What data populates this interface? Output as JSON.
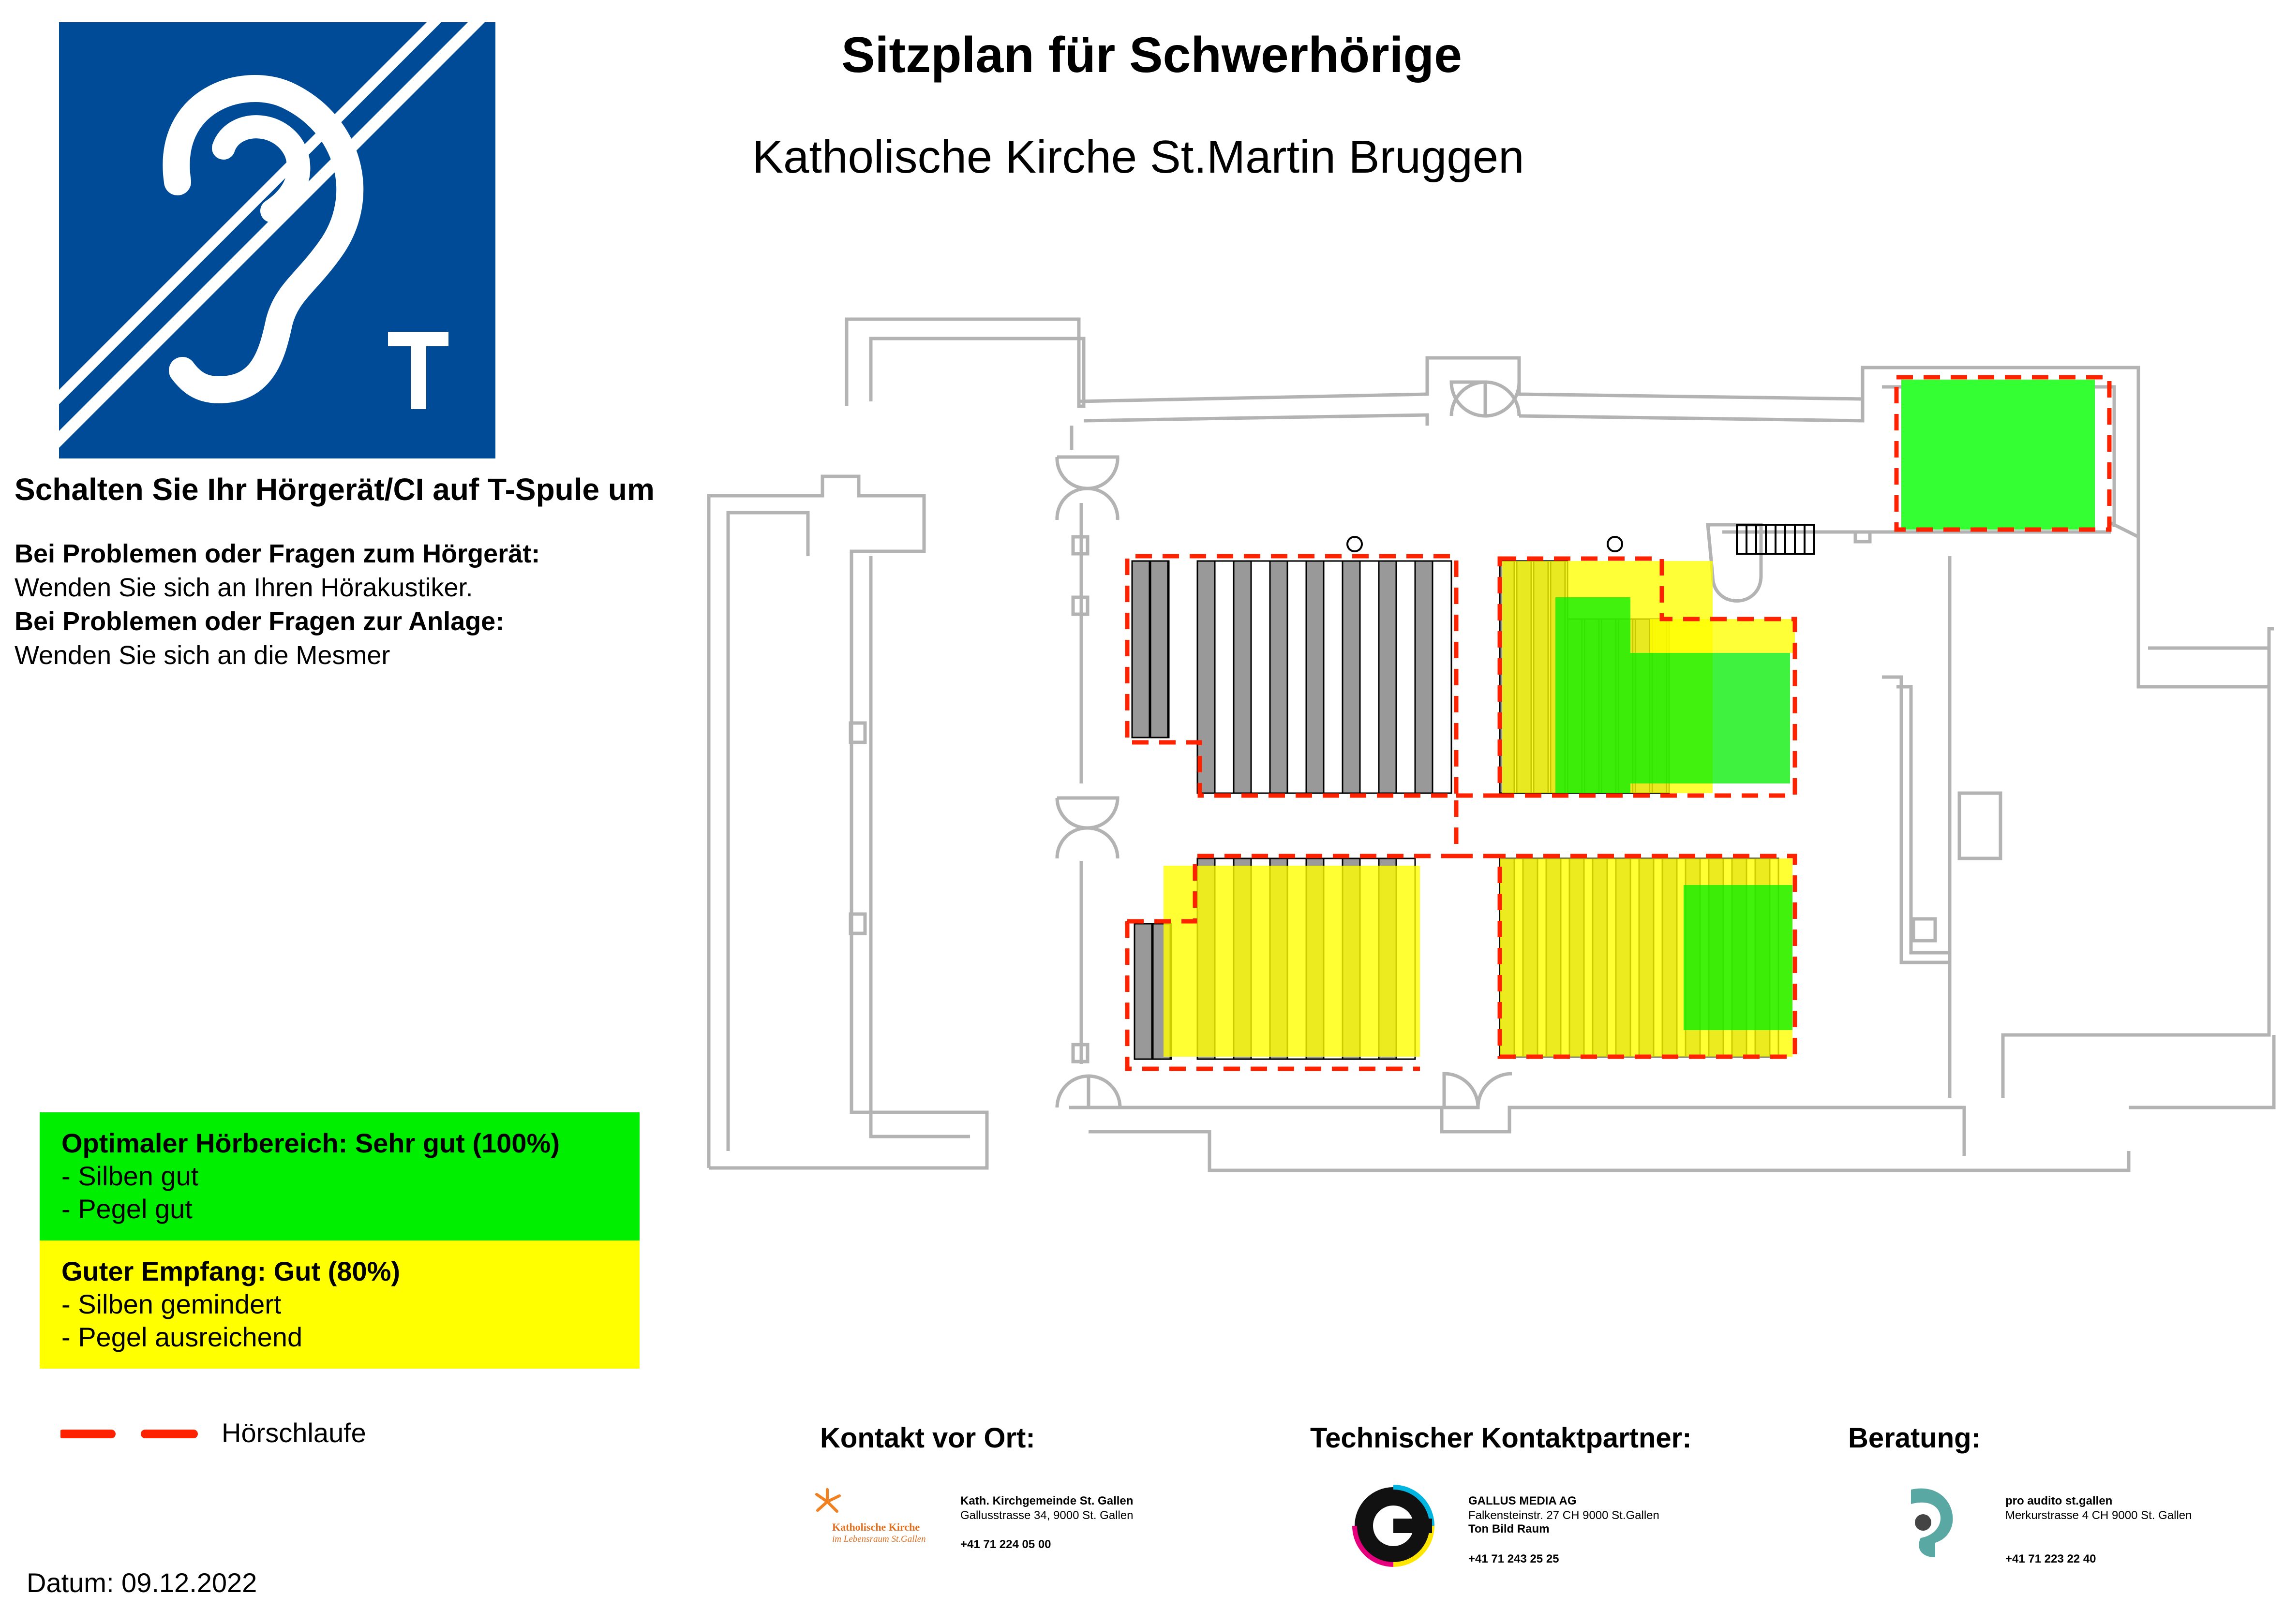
{
  "title": "Sitzplan für Schwerhörige",
  "subtitle": "Katholische Kirche St.Martin Bruggen",
  "logo": {
    "icon": "hearing-loop-t-icon",
    "letter": "T",
    "color": "#004b97"
  },
  "instruction": "Schalten Sie Ihr Hörgerät/CI auf T-Spule um",
  "help": [
    {
      "heading": "Bei Problemen oder Fragen zum Hörgerät:",
      "text": "Wenden Sie sich an Ihren Hörakustiker."
    },
    {
      "heading": "Bei Problemen oder Fragen zur Anlage:",
      "text": "Wenden Sie sich an die Mesmer"
    }
  ],
  "legend": [
    {
      "heading": "Optimaler Hörbereich: Sehr gut (100%)",
      "line1": "- Silben gut",
      "line2": "- Pegel gut",
      "color": "#00ee00"
    },
    {
      "heading": "Guter Empfang: Gut (80%)",
      "line1": "- Silben gemindert",
      "line2": "- Pegel ausreichend",
      "color": "#ffff00"
    }
  ],
  "loop_legend": {
    "label": "Hörschlaufe",
    "color": "#ff2200"
  },
  "contacts": [
    {
      "heading": "Kontakt vor Ort:",
      "logo_text1": "Katholische Kirche",
      "logo_text2": "im Lebensraum St.Gallen",
      "name": "Kath. Kirchgemeinde St. Gallen",
      "line1": "Gallusstrasse 34, 9000 St. Gallen",
      "line2": "",
      "phone": "+41 71 224 05 00"
    },
    {
      "heading": "Technischer Kontaktpartner:",
      "logo_text1": "",
      "logo_text2": "",
      "name": "GALLUS MEDIA AG",
      "line1": "Falkensteinstr. 27 CH 9000 St.Gallen",
      "line2": "Ton Bild Raum",
      "phone": "+41 71 243 25 25"
    },
    {
      "heading": "Beratung:",
      "logo_text1": "",
      "logo_text2": "",
      "name": "pro audito st.gallen",
      "line1": "Merkurstrasse 4 CH 9000 St. Gallen",
      "line2": "",
      "phone": "+41 71 223 22 40"
    }
  ],
  "date": "Datum: 09.12.2022",
  "colors": {
    "wall": "#b3b3b3",
    "pew": "#999999",
    "loop": "#ff2200",
    "good": "#ffff00",
    "optimal": "#00ee00"
  }
}
